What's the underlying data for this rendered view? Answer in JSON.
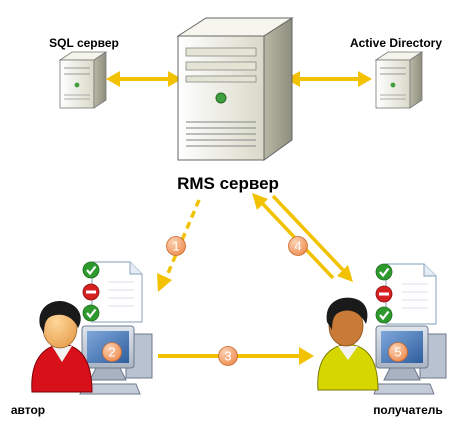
{
  "nodes": {
    "sql_server": "SQL сервер",
    "active_directory": "Active Directory",
    "rms_server": "RMS сервер",
    "author": "автор",
    "recipient": "получатель"
  },
  "steps": [
    "1",
    "2",
    "3",
    "4",
    "5"
  ],
  "icons": {
    "server": "server-tower-icon",
    "user": "user-person-icon",
    "computer": "computer-monitor-icon",
    "document": "document-icon",
    "check": "green-check-icon",
    "deny": "red-minus-icon"
  },
  "colors": {
    "arrow": "#F2C200",
    "step_badge": "#F4A46C",
    "server_body": "#ECECDE",
    "check_green": "#2E9A2E",
    "deny_red": "#D42020",
    "author_shirt": "#D8101A",
    "recipient_shirt": "#D6D600",
    "monitor_blue": "#4C7FBF"
  }
}
